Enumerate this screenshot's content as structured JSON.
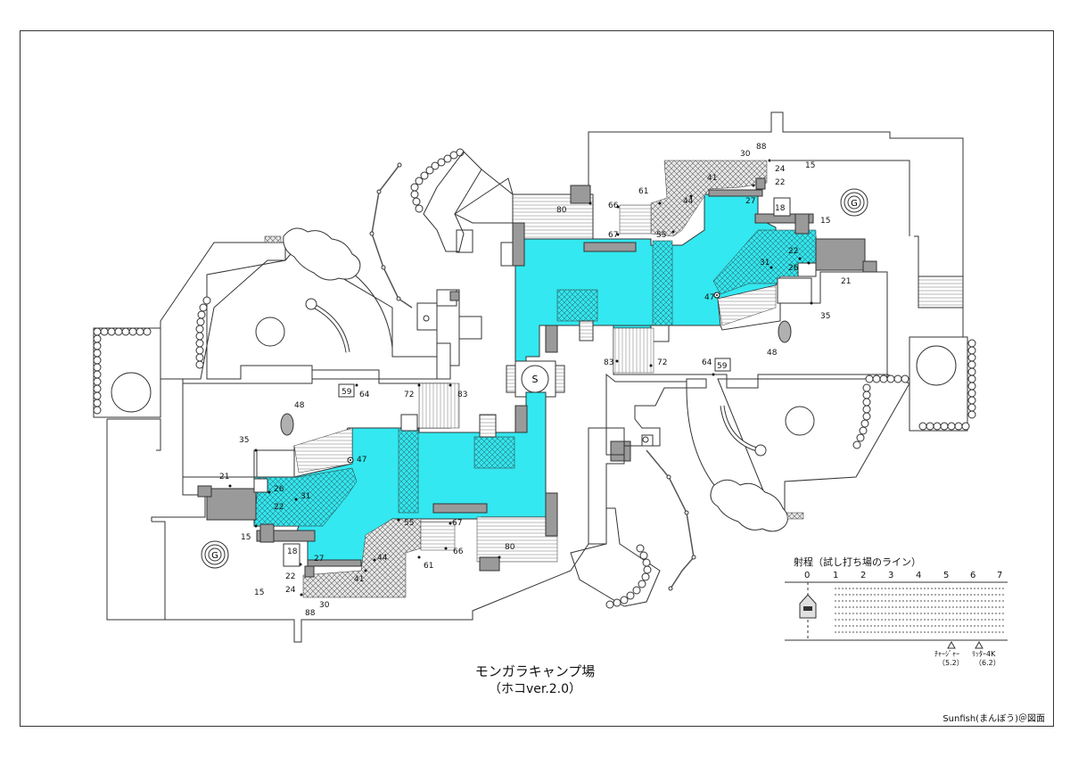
{
  "map_title": "モンガラキャンプ場",
  "map_subtitle": "（ホコver.2.0）",
  "credit": "Sunfish(まんぼう)＠図面",
  "colors": {
    "area": "#33e8f0",
    "obstacle": "#9a9a9a",
    "line": "#333333"
  },
  "markers": {
    "spawn": "S",
    "goal": "G"
  },
  "labels_top": [
    {
      "id": "t88",
      "text": "88"
    },
    {
      "id": "t30",
      "text": "30"
    },
    {
      "id": "t24",
      "text": "24"
    },
    {
      "id": "t15a",
      "text": "15"
    },
    {
      "id": "t22",
      "text": "22"
    },
    {
      "id": "t41",
      "text": "41"
    },
    {
      "id": "t61",
      "text": "61"
    },
    {
      "id": "t44",
      "text": "44"
    },
    {
      "id": "t27",
      "text": "27"
    },
    {
      "id": "t18",
      "text": "18"
    },
    {
      "id": "t15b",
      "text": "15"
    },
    {
      "id": "t80",
      "text": "80"
    },
    {
      "id": "t66",
      "text": "66"
    },
    {
      "id": "t67",
      "text": "67"
    },
    {
      "id": "t55",
      "text": "55"
    },
    {
      "id": "t22b",
      "text": "22"
    },
    {
      "id": "t31",
      "text": "31"
    },
    {
      "id": "t26",
      "text": "26"
    },
    {
      "id": "t21",
      "text": "21"
    },
    {
      "id": "t47",
      "text": "47"
    },
    {
      "id": "t35",
      "text": "35"
    },
    {
      "id": "t48",
      "text": "48"
    },
    {
      "id": "t83",
      "text": "83"
    },
    {
      "id": "t72",
      "text": "72"
    },
    {
      "id": "t64",
      "text": "64"
    },
    {
      "id": "t59",
      "text": "59"
    }
  ],
  "labels_bottom": [
    {
      "id": "b59",
      "text": "59"
    },
    {
      "id": "b64",
      "text": "64"
    },
    {
      "id": "b72",
      "text": "72"
    },
    {
      "id": "b83",
      "text": "83"
    },
    {
      "id": "b48",
      "text": "48"
    },
    {
      "id": "b35",
      "text": "35"
    },
    {
      "id": "b47",
      "text": "47"
    },
    {
      "id": "b21",
      "text": "21"
    },
    {
      "id": "b26",
      "text": "26"
    },
    {
      "id": "b31",
      "text": "31"
    },
    {
      "id": "b22",
      "text": "22"
    },
    {
      "id": "b15",
      "text": "15"
    },
    {
      "id": "b55",
      "text": "55"
    },
    {
      "id": "b67",
      "text": "67"
    },
    {
      "id": "b18",
      "text": "18"
    },
    {
      "id": "b27",
      "text": "27"
    },
    {
      "id": "b44",
      "text": "44"
    },
    {
      "id": "b80",
      "text": "80"
    },
    {
      "id": "b61",
      "text": "61"
    },
    {
      "id": "b66",
      "text": "66"
    },
    {
      "id": "b41",
      "text": "41"
    },
    {
      "id": "b15b",
      "text": "15"
    },
    {
      "id": "b22b",
      "text": "22"
    },
    {
      "id": "b24",
      "text": "24"
    },
    {
      "id": "b88",
      "text": "88"
    },
    {
      "id": "b30",
      "text": "30"
    }
  ],
  "legend": {
    "title": "射程（試し打ち場のライン）",
    "ticks": [
      "0",
      "1",
      "2",
      "3",
      "4",
      "5",
      "6",
      "7"
    ],
    "weapons": [
      {
        "name": "ﾁｬｰｼﾞｬｰ",
        "value": "（5.2）"
      },
      {
        "name": "ﾘｯﾀｰ4K",
        "value": "（6.2）"
      }
    ]
  }
}
